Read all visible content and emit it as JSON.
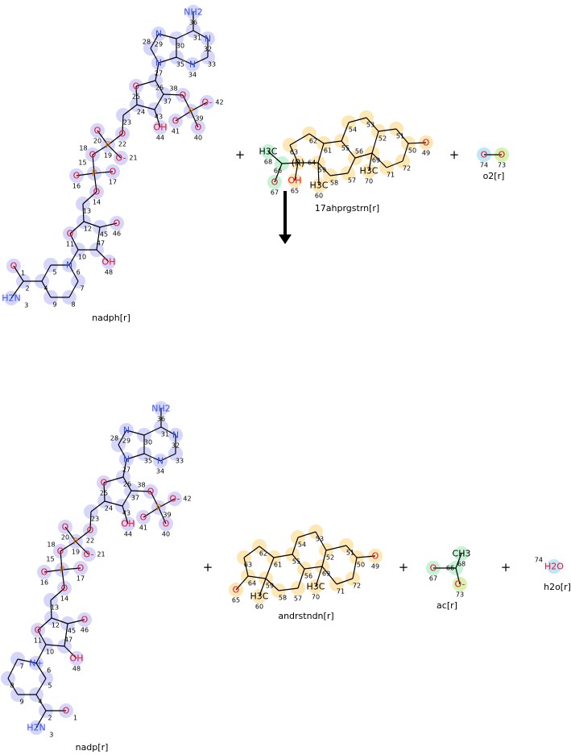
{
  "colors": {
    "halo_nadp": "#d6d6fb",
    "halo_steroid": "#fde8b5",
    "halo_acetyl": "#c4f3d6",
    "halo_o73": "#d4f4ae",
    "halo_o74": "#bfe7f7",
    "O": "#e8102a",
    "N": "#3050f8",
    "P": "#e07000",
    "C": "#000000"
  },
  "reactants": [
    {
      "key": "nadph",
      "name": "nadph[r]",
      "halo": "halo_nadp",
      "atoms": [
        [
          "1",
          "O"
        ],
        [
          "2",
          ""
        ],
        [
          "3",
          "H2N"
        ],
        [
          "4",
          ""
        ],
        [
          "5",
          ""
        ],
        [
          "6",
          "N"
        ],
        [
          "7",
          ""
        ],
        [
          "8",
          ""
        ],
        [
          "9",
          ""
        ],
        [
          "10",
          ""
        ],
        [
          "11",
          "O"
        ],
        [
          "12",
          ""
        ],
        [
          "13",
          ""
        ],
        [
          "14",
          "O"
        ],
        [
          "15",
          "P"
        ],
        [
          "16",
          "O"
        ],
        [
          "17",
          "O"
        ],
        [
          "18",
          "O"
        ],
        [
          "19",
          "P"
        ],
        [
          "20",
          "O"
        ],
        [
          "21",
          "O-"
        ],
        [
          "22",
          "O"
        ],
        [
          "23",
          ""
        ],
        [
          "24",
          ""
        ],
        [
          "25",
          "O"
        ],
        [
          "26",
          ""
        ],
        [
          "27",
          "N"
        ],
        [
          "28",
          ""
        ],
        [
          "29",
          "N"
        ],
        [
          "30",
          ""
        ],
        [
          "31",
          ""
        ],
        [
          "32",
          "N"
        ],
        [
          "33",
          ""
        ],
        [
          "34",
          "N"
        ],
        [
          "35",
          ""
        ],
        [
          "36",
          "NH2"
        ],
        [
          "37",
          ""
        ],
        [
          "38",
          "O"
        ],
        [
          "39",
          "P"
        ],
        [
          "40",
          "O"
        ],
        [
          "41",
          "O"
        ],
        [
          "42",
          "O-"
        ],
        [
          "43",
          ""
        ],
        [
          "44",
          "OH"
        ],
        [
          "45",
          ""
        ],
        [
          "46",
          "O"
        ],
        [
          "47",
          ""
        ],
        [
          "48",
          "OH"
        ]
      ]
    },
    {
      "key": "prg",
      "name": "17ahprgstrn[r]",
      "halo": "halo_steroid",
      "atoms": [
        [
          "49",
          "O"
        ],
        [
          "50",
          ""
        ],
        [
          "51",
          ""
        ],
        [
          "52",
          ""
        ],
        [
          "53",
          ""
        ],
        [
          "54",
          ""
        ],
        [
          "55",
          ""
        ],
        [
          "56",
          ""
        ],
        [
          "57",
          ""
        ],
        [
          "58",
          ""
        ],
        [
          "59",
          ""
        ],
        [
          "60",
          "H3C"
        ],
        [
          "61",
          ""
        ],
        [
          "62",
          ""
        ],
        [
          "63",
          ""
        ],
        [
          "64",
          "(R)"
        ],
        [
          "65",
          "OH"
        ],
        [
          "66",
          ""
        ],
        [
          "67",
          "O"
        ],
        [
          "68",
          "H3C"
        ],
        [
          "69",
          ""
        ],
        [
          "70",
          "H3C"
        ],
        [
          "71",
          ""
        ],
        [
          "72",
          ""
        ]
      ]
    },
    {
      "key": "o2",
      "name": "o2[r]",
      "halo": "halo_o74",
      "atoms": [
        [
          "74",
          "O"
        ],
        [
          "73",
          "O"
        ]
      ]
    }
  ],
  "products": [
    {
      "key": "nadp",
      "name": "nadp[r]",
      "halo": "halo_nadp",
      "atoms": [
        [
          "1",
          "O"
        ],
        [
          "2",
          ""
        ],
        [
          "3",
          "H2N"
        ],
        [
          "4",
          ""
        ],
        [
          "5",
          ""
        ],
        [
          "6",
          "N+"
        ],
        [
          "7",
          ""
        ],
        [
          "8",
          ""
        ],
        [
          "9",
          ""
        ],
        [
          "10",
          ""
        ],
        [
          "11",
          "O"
        ],
        [
          "12",
          ""
        ],
        [
          "13",
          ""
        ],
        [
          "14",
          "O"
        ],
        [
          "15",
          "P"
        ],
        [
          "16",
          "O"
        ],
        [
          "17",
          "O"
        ],
        [
          "18",
          "O"
        ],
        [
          "19",
          "P"
        ],
        [
          "20",
          "O"
        ],
        [
          "21",
          "O-"
        ],
        [
          "22",
          "O"
        ],
        [
          "23",
          ""
        ],
        [
          "24",
          ""
        ],
        [
          "25",
          "O"
        ],
        [
          "26",
          ""
        ],
        [
          "27",
          "N"
        ],
        [
          "28",
          ""
        ],
        [
          "29",
          "N"
        ],
        [
          "30",
          ""
        ],
        [
          "31",
          ""
        ],
        [
          "32",
          "N"
        ],
        [
          "33",
          ""
        ],
        [
          "34",
          "N"
        ],
        [
          "35",
          ""
        ],
        [
          "36",
          "NH2"
        ],
        [
          "37",
          ""
        ],
        [
          "38",
          "O"
        ],
        [
          "39",
          "P"
        ],
        [
          "40",
          "O"
        ],
        [
          "41",
          "O"
        ],
        [
          "42",
          "O-"
        ],
        [
          "43",
          ""
        ],
        [
          "44",
          "OH"
        ],
        [
          "45",
          ""
        ],
        [
          "46",
          "O"
        ],
        [
          "47",
          ""
        ],
        [
          "48",
          "OH"
        ]
      ]
    },
    {
      "key": "and",
      "name": "andrstndn[r]",
      "halo": "halo_steroid",
      "atoms": [
        [
          "49",
          "O"
        ],
        [
          "50",
          ""
        ],
        [
          "51",
          ""
        ],
        [
          "52",
          ""
        ],
        [
          "53",
          ""
        ],
        [
          "54",
          ""
        ],
        [
          "55",
          ""
        ],
        [
          "56",
          ""
        ],
        [
          "57",
          ""
        ],
        [
          "58",
          ""
        ],
        [
          "59",
          ""
        ],
        [
          "60",
          "H3C"
        ],
        [
          "61",
          ""
        ],
        [
          "62",
          ""
        ],
        [
          "63",
          ""
        ],
        [
          "64",
          ""
        ],
        [
          "65",
          "O"
        ],
        [
          "69",
          ""
        ],
        [
          "70",
          "H3C"
        ],
        [
          "71",
          ""
        ],
        [
          "72",
          ""
        ]
      ]
    },
    {
      "key": "ac",
      "name": "ac[r]",
      "halo": "halo_acetyl",
      "atoms": [
        [
          "68",
          "CH3"
        ],
        [
          "66",
          ""
        ],
        [
          "67",
          "O"
        ],
        [
          "73",
          "O-"
        ]
      ]
    },
    {
      "key": "h2o",
      "name": "h2o[r]",
      "halo": "halo_o74",
      "atoms": [
        [
          "74",
          "H2O"
        ]
      ]
    }
  ],
  "plus_sign": "+",
  "arrow": "reaction-arrow"
}
